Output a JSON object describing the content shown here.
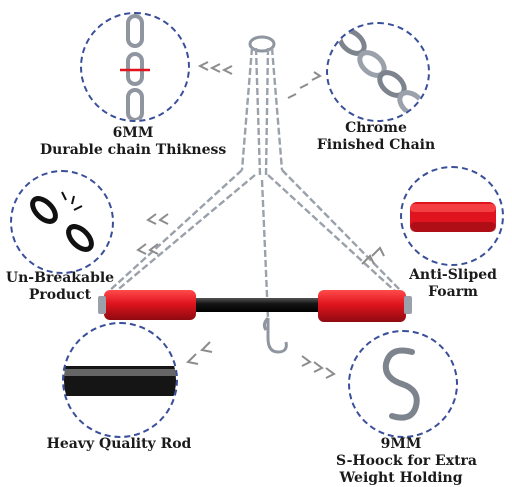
{
  "labels": {
    "chain_thickness": {
      "line1": "6MM",
      "line2": "Durable chain Thikness"
    },
    "chrome": {
      "line1": "Chrome",
      "line2": "Finished Chain"
    },
    "unbreakable": {
      "line1": "Un-Breakable",
      "line2": "Product"
    },
    "anti_slip": {
      "line1": "Anti-Sliped",
      "line2": "Foarm"
    },
    "rod": {
      "line1": "Heavy Quality Rod"
    },
    "shook": {
      "line1": "9MM",
      "line2": "S-Hoock for Extra",
      "line3": "Weight Holding"
    }
  },
  "colors": {
    "accent_red": "#e0141e",
    "circle_border": "#3a4f9a",
    "chain_silver": "#a8aeb6",
    "rod_black": "#151515"
  }
}
